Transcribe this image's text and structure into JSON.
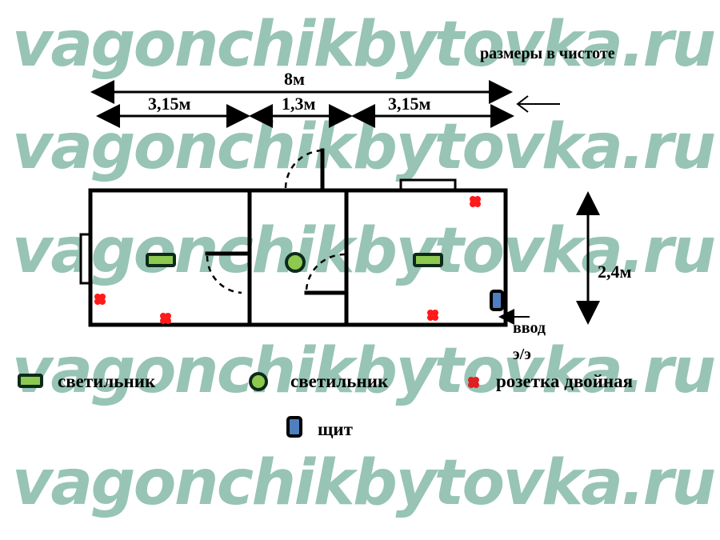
{
  "watermark": "vagonchikbytovka.ru",
  "labels": {
    "note": "размеры в чистоте",
    "total_length": "8м",
    "room_left": "3,15м",
    "room_middle": "1,3м",
    "room_right": "3,15м",
    "width": "2,4м",
    "input_line1": "ввод",
    "input_line2": "э/э"
  },
  "legend": [
    {
      "symbol": "rect-lamp",
      "label": "светильник"
    },
    {
      "symbol": "round-lamp",
      "label": "светильник"
    },
    {
      "symbol": "socket",
      "label": "розетка двойная"
    },
    {
      "symbol": "panel",
      "label": "щит"
    }
  ],
  "colors": {
    "lamp": "#8dc94f",
    "socket": "#ff1a1a",
    "panel": "#4f7fc0",
    "watermark": "#97c4b5"
  }
}
